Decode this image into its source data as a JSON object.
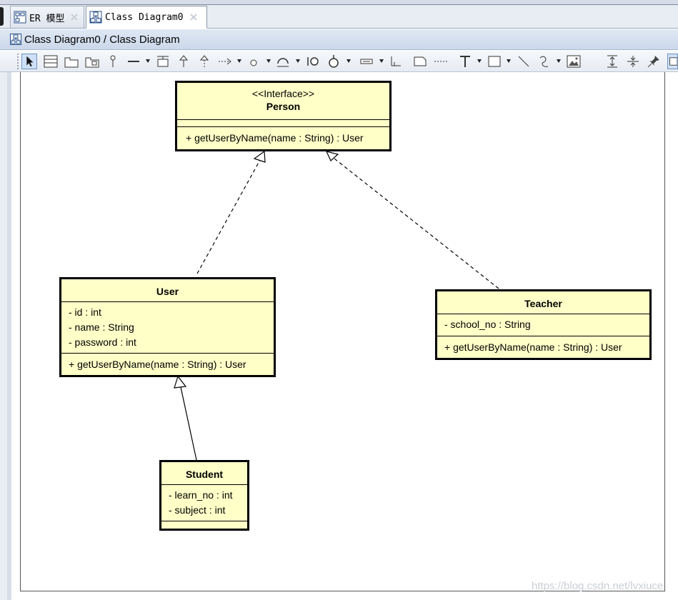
{
  "tabs": [
    {
      "label": "ER 模型",
      "active": false
    },
    {
      "label": "Class Diagram0",
      "active": true
    }
  ],
  "breadcrumb": "Class Diagram0 / Class Diagram",
  "toolbar": {
    "tools": [
      "pointer",
      "class",
      "package",
      "subsystem",
      "pin",
      "association",
      "container",
      "generalization",
      "realization",
      "dependency",
      "interface-lollipop",
      "interface-ball",
      "interface-socket",
      "provided-interface",
      "required-interface",
      "attribute",
      "anchor",
      "note",
      "note-connector",
      "text",
      "rectangle",
      "line",
      "freehand",
      "image",
      "space-vertical",
      "space-horizontal",
      "pin-tool",
      "more"
    ],
    "selected": "pointer"
  },
  "diagram": {
    "classes": {
      "person": {
        "stereotype": "<<Interface>>",
        "name": "Person",
        "attributes": [],
        "operations": [
          "+ getUserByName(name : String) : User"
        ]
      },
      "user": {
        "name": "User",
        "attributes": [
          "- id : int",
          "- name : String",
          "- password : int"
        ],
        "operations": [
          "+ getUserByName(name : String) : User"
        ]
      },
      "teacher": {
        "name": "Teacher",
        "attributes": [
          "- school_no : String"
        ],
        "operations": [
          "+ getUserByName(name : String) : User"
        ]
      },
      "student": {
        "name": "Student",
        "attributes": [
          "- learn_no : int",
          "- subject : int"
        ],
        "operations": []
      }
    },
    "relations": [
      {
        "type": "realization",
        "from": "User",
        "to": "Person"
      },
      {
        "type": "realization",
        "from": "Teacher",
        "to": "Person"
      },
      {
        "type": "generalization",
        "from": "Student",
        "to": "User"
      }
    ],
    "colors": {
      "class_fill": "#ffffc8",
      "border": "#000000"
    }
  },
  "watermark": "https://blog.csdn.net/lvxiuce"
}
